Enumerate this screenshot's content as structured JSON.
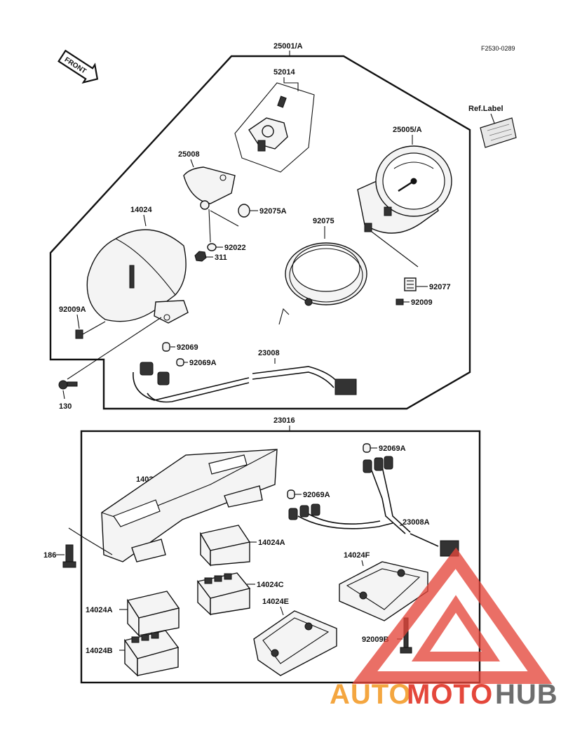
{
  "figure_code": "F2530-0289",
  "front_label": "FRONT",
  "ref_label": "Ref.Label",
  "assemblies": {
    "upper_code": "25001/A",
    "lower_code": "23016"
  },
  "labels": {
    "p52014": "52014",
    "p25008": "25008",
    "p92075A": "92075A",
    "p14024": "14024",
    "p92022": "92022",
    "p311": "311",
    "p92075": "92075",
    "p25005A": "25005/A",
    "p92077": "92077",
    "p92009": "92009",
    "p92009A": "92009A",
    "p92069": "92069",
    "p92069A_upper": "92069A",
    "p23008": "23008",
    "p130": "130",
    "p92069A_lower1": "92069A",
    "p14024D": "14024D",
    "p92069A_lower2": "92069A",
    "p23008A": "23008A",
    "p186": "186",
    "p14024A_1": "14024A",
    "p14024F": "14024F",
    "p14024C": "14024C",
    "p14024A_2": "14024A",
    "p14024E": "14024E",
    "p92009B": "92009B",
    "p14024B": "14024B"
  },
  "watermark": {
    "part1": "AUTO",
    "part2": "MOTO",
    "part3": "HUB",
    "color_orange": "#f4a640",
    "color_red": "#e4473b",
    "color_grey": "#6e6e6e"
  }
}
